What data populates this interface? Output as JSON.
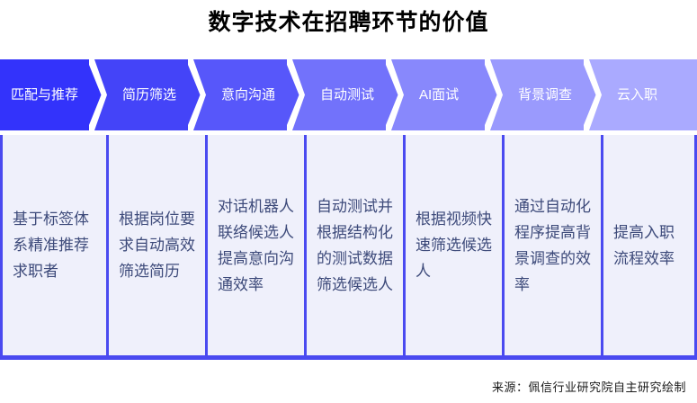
{
  "page": {
    "title": "数字技术在招聘环节的价值",
    "background_color": "#ffffff",
    "title_color": "#000000"
  },
  "banner": {
    "accent_start_color": "#3333fb",
    "accent_end_color": "#aaaaff",
    "label_color": "#ffffff",
    "separator_color": "#ffffff",
    "steps": [
      {
        "label": "匹配与推荐",
        "color": "#3333fb",
        "width": 118
      },
      {
        "label": "简历筛选",
        "color": "#4444f8",
        "width": 110
      },
      {
        "label": "意向沟通",
        "color": "#5757fa",
        "width": 110
      },
      {
        "label": "自动测试",
        "color": "#7272fb",
        "width": 110
      },
      {
        "label": "AI面试",
        "color": "#8888fc",
        "width": 110
      },
      {
        "label": "背景调查",
        "color": "#9a9afd",
        "width": 110
      },
      {
        "label": "云入职",
        "color": "#aaaaff",
        "width": 107
      }
    ]
  },
  "panels": {
    "background_color": "#eff0fb",
    "border_color": "#4a4af0",
    "text_color": "#3d4a7a",
    "items": [
      {
        "text": "基于标签体系精准推荐求职者",
        "width": 118
      },
      {
        "text": "根据岗位要求自动高效筛选简历",
        "width": 110
      },
      {
        "text": "对话机器人联络候选人提高意向沟通效率",
        "width": 110
      },
      {
        "text": "自动测试并根据结构化的测试数据筛选候选人",
        "width": 110
      },
      {
        "text": "根据视频快速筛选候选人",
        "width": 110
      },
      {
        "text": "通过自动化程序提高背景调查的效率",
        "width": 110
      },
      {
        "text": "提高入职流程效率",
        "width": 107
      }
    ]
  },
  "footer": {
    "source": "来源：佩信行业研究院自主研究绘制"
  }
}
